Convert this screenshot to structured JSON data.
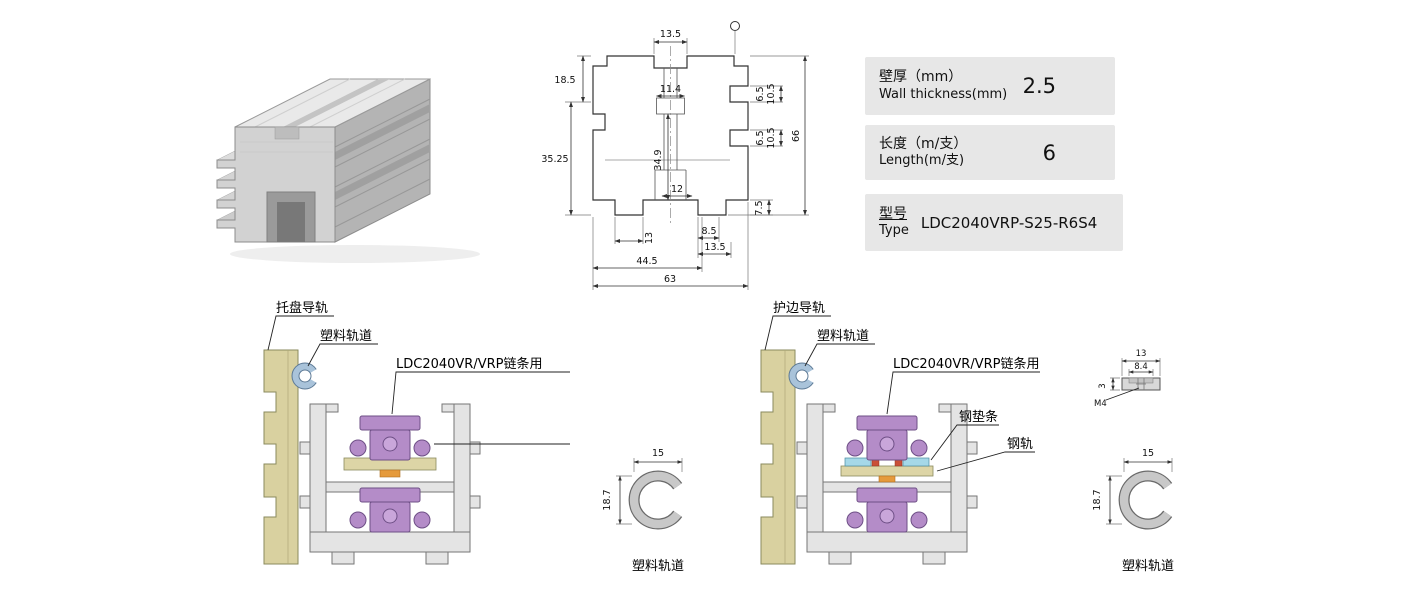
{
  "specs": {
    "wall": {
      "label_cn": "壁厚（mm）",
      "label_en": "Wall thickness(mm)",
      "value": "2.5"
    },
    "length": {
      "label_cn": "长度（m/支）",
      "label_en": "Length(m/支)",
      "value": "6"
    },
    "type": {
      "label_cn": "型号",
      "label_en": "Type",
      "value": "LDC2040VRP-S25-R6S4"
    }
  },
  "cad": {
    "dims": {
      "top_slot": "13.5",
      "top_inner": "11.4",
      "left_upper": "18.5",
      "left_lower": "35.25",
      "mid_height": "34.9",
      "mid_width": "12",
      "bottom_center": "13",
      "right_top_a": "6.5",
      "right_top_b": "10.5",
      "right_mid_a": "6.5",
      "right_mid_b": "10.5",
      "overall_height": "66",
      "bottom_right": "7.5",
      "foot_a": "8.5",
      "foot_b": "13.5",
      "bottom_span": "44.5",
      "overall_width": "63"
    }
  },
  "assembly_left": {
    "label_rail": "托盘导轨",
    "label_track": "塑料轨道",
    "label_chain": "LDC2040VR/VRP链条用"
  },
  "assembly_right": {
    "label_rail": "护边导轨",
    "label_track": "塑料轨道",
    "label_chain": "LDC2040VR/VRP链条用",
    "label_spacer": "钢垫条",
    "label_steel_rail": "钢轨"
  },
  "track_left": {
    "dim_w": "15",
    "dim_h": "18.7",
    "label": "塑料轨道"
  },
  "track_right": {
    "dim_w": "15",
    "dim_h": "18.7",
    "label": "塑料轨道"
  },
  "insert_part": {
    "dim_outer": "13",
    "dim_inner": "8.4",
    "dim_h": "3",
    "thread": "M4"
  },
  "colors": {
    "chain_purple": "#b48cc8",
    "rail_khaki": "#d9d1a0",
    "track_blue": "#a9c3da",
    "spacer_cyan": "#a5d8e8",
    "seat_khaki": "#ddd5a6",
    "accent_orange": "#e59a3c"
  }
}
